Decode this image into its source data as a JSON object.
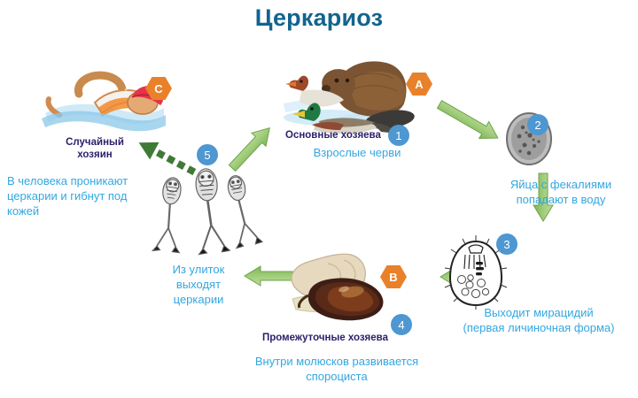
{
  "title": "Церкариоз",
  "accent_colors": {
    "title_blue": "#12648e",
    "caption_blue": "#33a7e0",
    "host_label_purple": "#2b1f6b",
    "badge_number_blue": "#4e97d1",
    "badge_letter_orange": "#e8812a",
    "arrow_green": "#9ccc74",
    "arrow_green_dark": "#4a7a35"
  },
  "stages": [
    {
      "badge": "1",
      "badge_type": "number",
      "host_label": "Основные хозяева",
      "caption": "Взрослые черви",
      "illustration": "ducks-and-beaver-icon"
    },
    {
      "badge": "2",
      "badge_type": "number",
      "host_label": "",
      "caption": "Яйца с фекалиями попадают в воду",
      "caption_lines": [
        "Яйца с фекалиями",
        "попадают в воду"
      ],
      "illustration": "parasite-egg-icon"
    },
    {
      "badge": "3",
      "badge_type": "number",
      "host_label": "",
      "caption": "Выходит мирацидий (первая личиночная форма)",
      "caption_lines": [
        "Выходит мирацидий",
        "(первая личиночная форма)"
      ],
      "illustration": "miracidium-icon"
    },
    {
      "badge": "4",
      "badge_type": "number",
      "host_label": "Промежуточные хозяева",
      "caption": "Внутри молюсков развивается спороциста",
      "caption_lines": [
        "Внутри молюсков развивается",
        "спороциста"
      ],
      "illustration": "snails-icon"
    },
    {
      "badge": "5",
      "badge_type": "number",
      "host_label": "",
      "caption": "Из улиток выходят церкарии",
      "caption_lines": [
        "Из улиток",
        "выходят",
        "церкарии"
      ],
      "illustration": "cercariae-icon"
    }
  ],
  "host_badges": [
    {
      "badge": "A",
      "badge_type": "letter",
      "refers_to": "ducks-and-beaver-icon"
    },
    {
      "badge": "B",
      "badge_type": "letter",
      "refers_to": "snails-icon"
    },
    {
      "badge": "C",
      "badge_type": "letter",
      "refers_to": "swimmer-icon"
    }
  ],
  "accidental_host": {
    "host_label_lines": [
      "Случайный",
      "хозяин"
    ],
    "caption_lines": [
      "В человека проникают",
      "церкарии и гибнут под",
      "кожей"
    ],
    "illustration": "swimmer-icon"
  }
}
